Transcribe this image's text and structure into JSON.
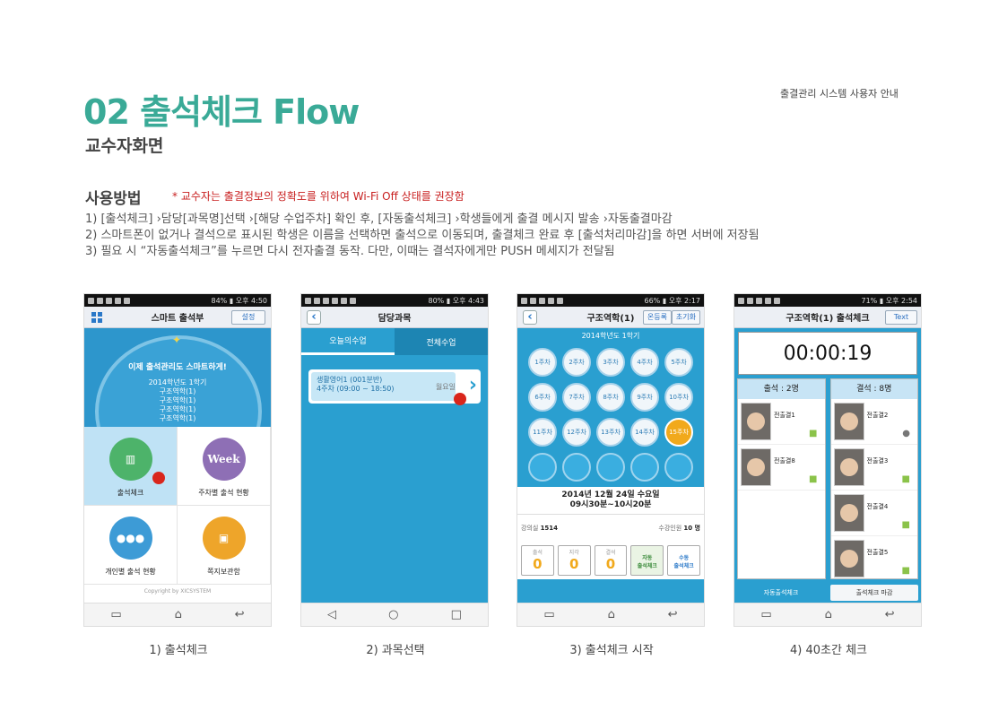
{
  "doc": {
    "title": "02 출석체크 Flow",
    "subtitle": "교수자화면",
    "guide_label": "출결관리 시스템 사용자 안내"
  },
  "usage": {
    "title": "사용방법",
    "note": "* 교수자는 출결정보의 정확도를 위하여 Wi-Fi  Off 상태를 권장함",
    "steps": [
      "1)  [출석체크]    ›담당[과목명]선택    ›[해당 수업주차] 확인 후, [자동출석체크]    ›학생들에게 출결 메시지 발송    ›자동출결마감",
      "2)  스마트폰이 없거나 결석으로 표시된 학생은 이름을 선택하면 출석으로 이동되며, 출결체크 완료 후 [출석처리마감]을 하면 서버에 저장됨",
      "3)  필요 시 “자동출석체크”를 누르면 다시 전자출결 동작. 다만, 이때는 결석자에게만 PUSH 메세지가 전달됨"
    ]
  },
  "captions": [
    "1) 출석체크",
    "2) 과목선택",
    "3) 출석체크 시작",
    "4) 40초간 체크"
  ],
  "phone1": {
    "status": "84% ▮ 오후 4:50",
    "title": "스마트 출석부",
    "settings": "설정",
    "slogan": "이제 출석관리도 스마트하게!",
    "year": "2014학년도 1학기",
    "courses": [
      "구조역학(1)",
      "구조역학(1)",
      "구조역학(1)",
      "구조역학(1)"
    ],
    "menu": [
      {
        "label": "출석체크",
        "icon": "book-icon"
      },
      {
        "label": "주차별 출석 현황",
        "icon": "week-icon",
        "icon_text": "Week"
      },
      {
        "label": "개인별 출석 현황",
        "icon": "people-icon"
      },
      {
        "label": "쪽지보관함",
        "icon": "box-icon"
      }
    ],
    "copyright": "Copyright by XICSYSTEM"
  },
  "phone2": {
    "status": "80% ▮ 오후 4:43",
    "title": "담당과목",
    "tabs": [
      "오늘의수업",
      "전체수업"
    ],
    "course_name": "생활영어1 (001분반)",
    "course_time": "4주차 (09:00 ~ 18:50)",
    "course_status": "월요일"
  },
  "phone3": {
    "status": "66% ▮ 오후 2:17",
    "title": "구조역학(1)",
    "btn_left": "온등록",
    "btn_right": "초기화",
    "term": "2014학년도 1학기",
    "weeks": [
      "1주차",
      "2주차",
      "3주차",
      "4주차",
      "5주차",
      "6주차",
      "7주차",
      "8주차",
      "9주차",
      "10주차",
      "11주차",
      "12주차",
      "13주차",
      "14주차",
      "15주차"
    ],
    "current_week": "15주차",
    "date": "2014년 12월 24일 수요일",
    "time": "09시30분~10시20분",
    "room_label": "강의실",
    "room": "1514",
    "count_label": "수강인원",
    "count": "10 명",
    "stats": [
      {
        "label": "출석",
        "value": "0"
      },
      {
        "label": "지각",
        "value": "0"
      },
      {
        "label": "결석",
        "value": "0"
      }
    ],
    "auto_btn": "자동\n출석체크",
    "manual_btn": "수동\n출석체크"
  },
  "phone4": {
    "status": "71% ▮ 오후 2:54",
    "title": "구조역학(1) 출석체크",
    "text_btn": "Text",
    "timer": "00:00:19",
    "present_header": "출석 : 2명",
    "absent_header": "결석 : 8명",
    "present": [
      {
        "name": "전출결1",
        "os": "android"
      },
      {
        "name": "전출결8",
        "os": "android"
      }
    ],
    "absent": [
      {
        "name": "전출결2",
        "os": "apple"
      },
      {
        "name": "전출결3",
        "os": "android"
      },
      {
        "name": "전출결4",
        "os": "android"
      },
      {
        "name": "전출결5",
        "os": "android"
      }
    ],
    "auto_btn": "자동출석체크",
    "close_btn": "출석체크 마감"
  }
}
